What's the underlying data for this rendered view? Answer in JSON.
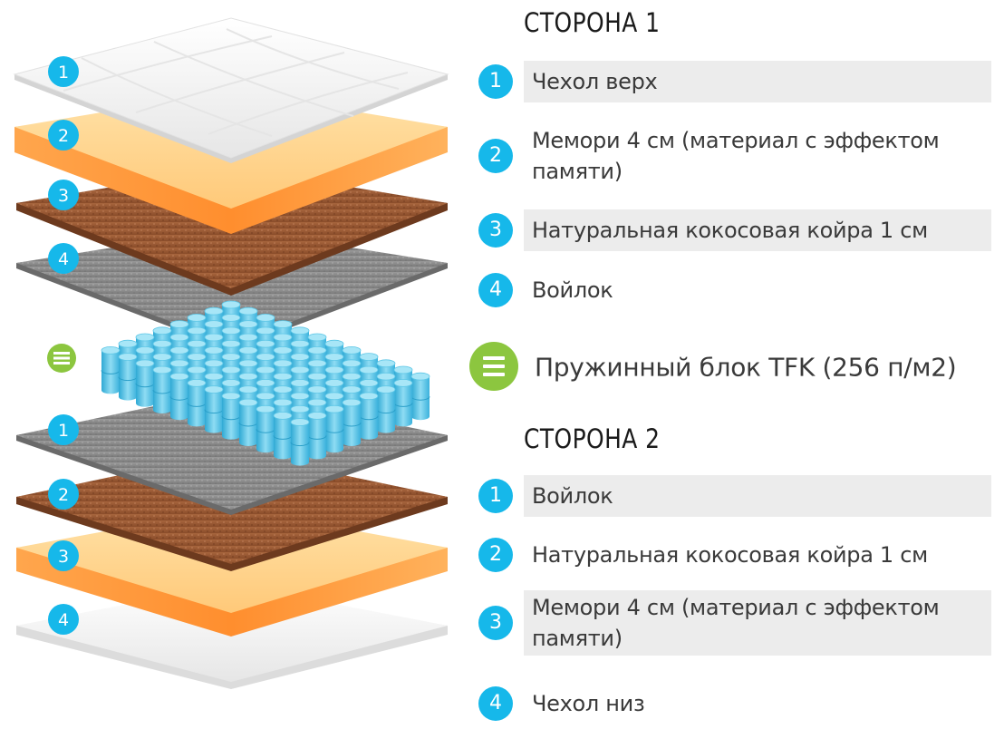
{
  "side1": {
    "title": "СТОРОНА 1",
    "items": [
      {
        "num": "1",
        "label": "Чехол верх"
      },
      {
        "num": "2",
        "label": "Мемори 4 см (материал с эффектом памяти)"
      },
      {
        "num": "3",
        "label": "Натуральная кокосовая койра 1 см"
      },
      {
        "num": "4",
        "label": "Войлок"
      }
    ]
  },
  "spring": {
    "label": "Пружинный блок TFK (256 п/м2)",
    "icon": "spring-block-icon"
  },
  "side2": {
    "title": "СТОРОНА 2",
    "items": [
      {
        "num": "1",
        "label": "Войлок"
      },
      {
        "num": "2",
        "label": "Натуральная кокосовая койра 1 см"
      },
      {
        "num": "3",
        "label": "Мемори 4 см (материал с эффектом памяти)"
      },
      {
        "num": "4",
        "label": "Чехол низ"
      }
    ]
  },
  "diagram_badges": {
    "top": [
      "1",
      "2",
      "3",
      "4"
    ],
    "bottom": [
      "1",
      "2",
      "3",
      "4"
    ]
  },
  "colors": {
    "badge_blue": "#16b8ea",
    "badge_green": "#8cc63f",
    "row_shade": "#ececec",
    "cover": "#f2f2f2",
    "memory_foam": "#ffd591",
    "memory_foam_edge": "#ff9a3c",
    "coconut": "#9c5a33",
    "felt": "#8e8e8e",
    "springs": "#5cc6e6"
  }
}
